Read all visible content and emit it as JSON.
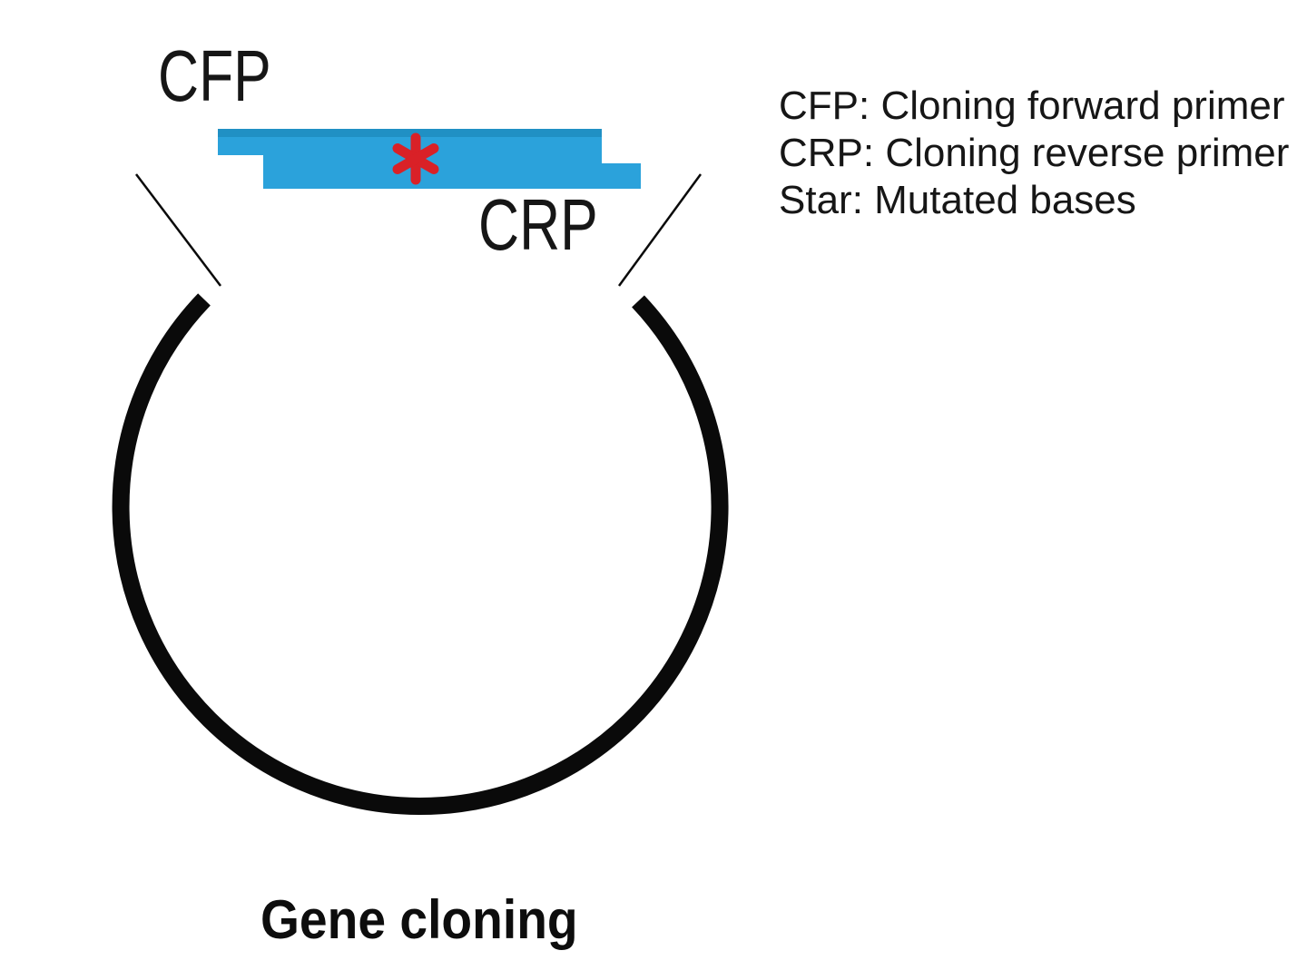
{
  "page": {
    "background": "#ffffff"
  },
  "diagram": {
    "cfp_label": "CFP",
    "crp_label": "CRP",
    "title": "Gene cloning",
    "legend": {
      "items": [
        "CFP: Cloning forward primer",
        "CRP: Cloning reverse primer",
        "Star: Mutated bases"
      ]
    },
    "colors": {
      "primer_blue": "#2BA2DB",
      "primer_blue_dark": "#2090C4",
      "star_red": "#D92127",
      "ink": "#0A0A0A"
    }
  }
}
